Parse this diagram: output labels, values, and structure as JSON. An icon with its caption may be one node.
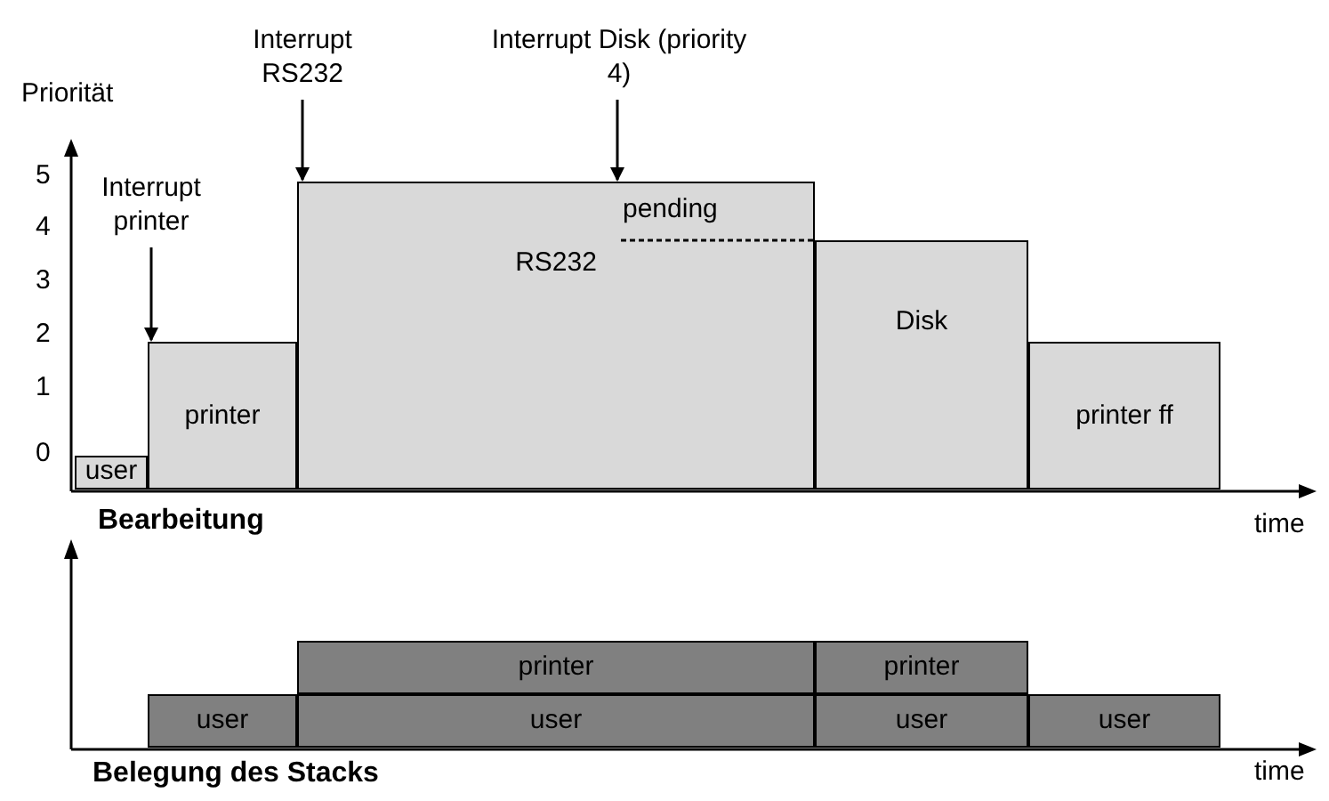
{
  "diagram": {
    "nodes": [
      {
        "text": [
          "Interrupt RS232"
        ]
      },
      {
        "text": [
          "Interrupt Disk (priority 4)"
        ]
      },
      {
        "text": [
          "Interrupt printer"
        ]
      },
      {
        "text": [
          "user"
        ]
      },
      {
        "text": [
          "printer"
        ]
      },
      {
        "text": [
          "RS232"
        ]
      },
      {
        "text": [
          "Disk"
        ]
      },
      {
        "text": [
          "printer ff"
        ]
      },
      {
        "text": [
          "printer"
        ]
      },
      {
        "text": [
          "printer"
        ]
      },
      {
        "text": [
          "user"
        ]
      },
      {
        "text": [
          "user"
        ]
      },
      {
        "text": [
          "user"
        ]
      },
      {
        "text": [
          "user"
        ]
      }
    ],
    "edges": [
      {
        "from": 0,
        "to": 5,
        "arrow": "to"
      },
      {
        "from": 1,
        "to": 5,
        "arrow": "to"
      },
      {
        "from": 2,
        "to": 4,
        "arrow": "to"
      }
    ],
    "labels": [
      "Priorität",
      "5",
      "4",
      "3",
      "2",
      "1",
      "0",
      "pending",
      "Bearbeitung",
      "time",
      "Belegung des Stacks",
      "time"
    ]
  }
}
